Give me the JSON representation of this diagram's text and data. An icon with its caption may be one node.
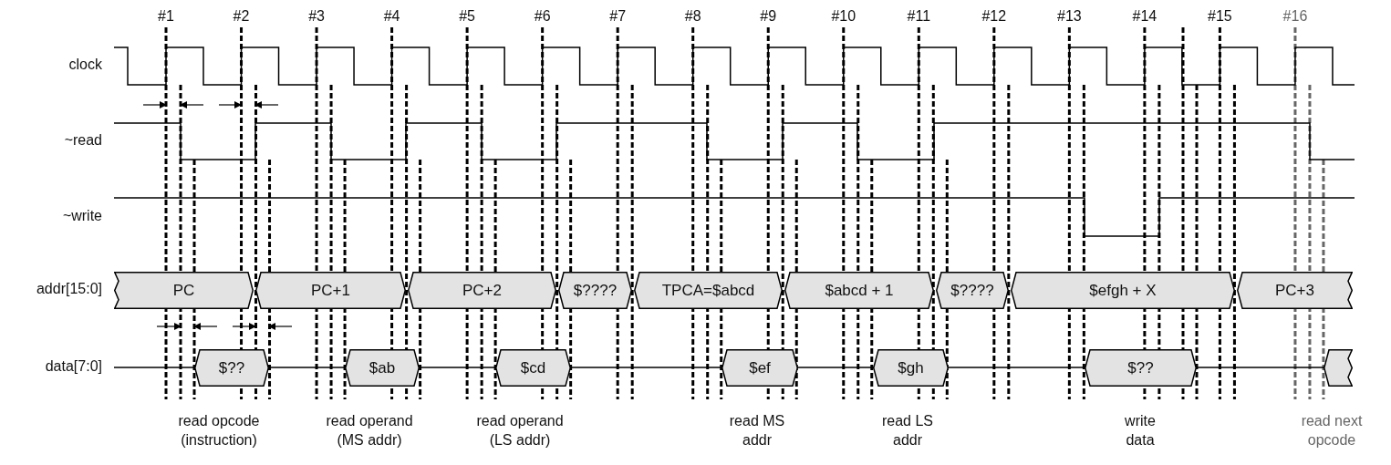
{
  "diagram": {
    "nodes": [
      {
        "text": [
          "PC"
        ]
      },
      {
        "text": [
          "PC+1"
        ]
      },
      {
        "text": [
          "PC+2"
        ]
      },
      {
        "text": [
          "$????"
        ]
      },
      {
        "text": [
          "TPCA=$abcd"
        ]
      },
      {
        "text": [
          "$abcd + 1"
        ]
      },
      {
        "text": [
          "$????"
        ]
      },
      {
        "text": [
          "$efgh + X"
        ]
      },
      {
        "text": [
          "PC+3"
        ]
      },
      {
        "text": [
          "$??"
        ]
      },
      {
        "text": [
          "$ab"
        ]
      },
      {
        "text": [
          "$cd"
        ]
      },
      {
        "text": [
          "$ef"
        ]
      },
      {
        "text": [
          "$gh"
        ]
      },
      {
        "text": [
          "$??"
        ]
      },
      {
        "text": [],
        "shape": "bar"
      }
    ],
    "labels": [
      "#1",
      "#2",
      "#3",
      "#4",
      "#5",
      "#6",
      "#7",
      "#8",
      "#9",
      "#10",
      "#11",
      "#12",
      "#13",
      "#14",
      "#15",
      "#16",
      "clock",
      "~read",
      "~write",
      "addr[15:0]",
      "data[7:0]",
      "read opcode (instruction)",
      "read operand (MS addr)",
      "read operand (LS addr)",
      "read MS addr",
      "read LS addr",
      "write data",
      "read next opcode"
    ]
  }
}
